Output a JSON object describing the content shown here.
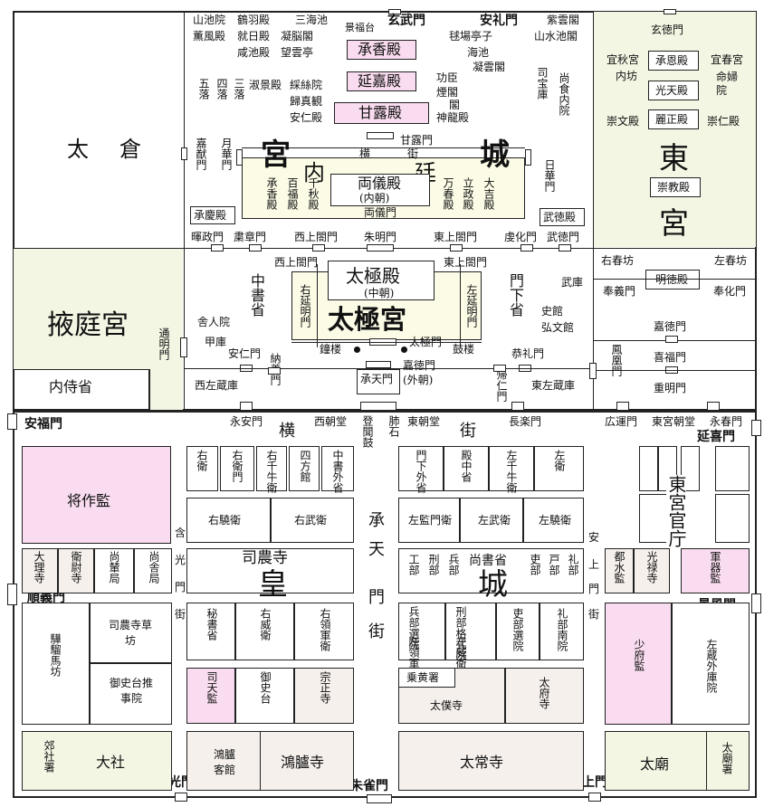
{
  "palace": {
    "big_gong": "宮",
    "big_cheng": "城",
    "nei": "内",
    "ting": "廷",
    "t1": "山池院",
    "t2": "鶴羽殿",
    "t3": "三海池",
    "t4": "薫風殿",
    "t5": "就日殿",
    "t6": "凝脳閣",
    "t7": "咸池殿",
    "t8": "望雲亭",
    "t9": "景福台",
    "t10": "承香殿",
    "t11": "延嘉殿",
    "t12": "甘露殿",
    "t13": "五落",
    "t14": "四落",
    "t15": "三落",
    "t16": "淑景殿",
    "t17": "綵絲院",
    "t18": "歸真観",
    "t19": "安仁殿",
    "t20": "毬場亭子",
    "t21": "海池",
    "t22": "凝雲閣",
    "t23": "功臣煙閣",
    "t24": "閣",
    "t25": "神龍殿",
    "t26": "紫雲閣",
    "t27": "山水池閣",
    "t28": "司宝庫",
    "t29": "尚食内院",
    "t30": "嘉猷門",
    "t31": "月華門",
    "t32": "甘露門",
    "t33": "横",
    "t34": "街",
    "t35": "日華門",
    "t36": "両儀殿",
    "t37": "(内朝)",
    "t38": "両儀門",
    "t39": "承香殿",
    "t40": "百福殿",
    "t41": "千秋殿",
    "t42": "立政殿",
    "t43": "万春殿",
    "t44": "大吉殿",
    "t45": "承慶殿",
    "t46": "武徳殿",
    "t47": "暉政門",
    "t48": "粛章門",
    "t49": "西上閤門",
    "t50": "朱明門",
    "t51": "東上閤門",
    "t52": "虔化門",
    "t53": "武徳門",
    "t54": "西上閤門",
    "t55": "東上閤門",
    "t56": "太極殿",
    "t57": "(中朝)",
    "t58": "太極宮",
    "t59": "右延明門",
    "t60": "左延明門",
    "t61": "中書省",
    "t62": "門下省",
    "t63": "武庫",
    "t64": "史館",
    "t65": "弘文館",
    "t66": "舎人院",
    "t67": "甲庫",
    "t68": "鐘楼",
    "t69": "太極門",
    "t70": "鼓楼",
    "t71": "安仁門",
    "t72": "恭礼門",
    "t73": "納義門",
    "t74": "帰仁門",
    "t75": "承天門",
    "t76": "嘉徳門",
    "t77": "(外朝)",
    "t78": "西左蔵庫",
    "t79": "東左蔵庫",
    "t80": "通明門"
  },
  "taicang": "太倉",
  "yeting": "掖庭宮",
  "neishi": "内侍省",
  "top_gates": {
    "xuanwu": "玄武門",
    "anli": "安礼門"
  },
  "east_palace": {
    "d1": "玄徳門",
    "d2": "宜秋宮",
    "d3": "内坊",
    "d4": "承恩殿",
    "d5": "光天殿",
    "d6": "麗正殿",
    "d7": "宜春宮",
    "d8": "命婦院",
    "d9": "崇文殿",
    "d10": "崇仁殿",
    "d11": "東",
    "d12": "宮",
    "d13": "崇教殿",
    "d14": "右春坊",
    "d15": "左春坊",
    "d16": "明徳殿",
    "d17": "奉義門",
    "d18": "奉化門",
    "d19": "嘉徳門",
    "d20": "喜福門",
    "d21": "重明門",
    "d22": "鳳凰門"
  },
  "imperial_city": {
    "big_huang": "皇",
    "big_cheng": "城",
    "g1": "安福門",
    "g2": "延喜門",
    "g3": "順義門",
    "g4": "景風門",
    "g5": "含光門",
    "g6": "朱雀門",
    "g7": "安上門",
    "s1": "永安門",
    "s2": "西朝堂",
    "s3": "登聞鼓",
    "s4": "肺石",
    "s5": "東朝堂",
    "s6": "長楽門",
    "s7": "広運門",
    "s8": "東宮朝堂",
    "s9": "永春門",
    "s10": "横",
    "s11": "街",
    "o1": "将作監",
    "o2": "右衛",
    "o3": "右衛門",
    "o4": "右千牛衛",
    "o5": "四方館",
    "o6": "中書外省",
    "o7": "右驍衛",
    "o8": "右武衛",
    "o9": "司農寺",
    "o10": "門下外省",
    "o11": "殿中省",
    "o12": "左千牛衛",
    "o13": "左衛",
    "o14": "左監門衛",
    "o15": "左武衛",
    "o16": "左驍衛",
    "o17": "東宮官庁",
    "o18": "大理寺",
    "o19": "衛尉寺",
    "o20": "尚輦局",
    "o21": "尚舎局",
    "o22": "含",
    "o23": "光",
    "o24": "門",
    "o25": "街",
    "o26": "工部",
    "o27": "刑部",
    "o28": "兵部",
    "o29": "尚書省",
    "o30": "吏部",
    "o31": "戸部",
    "o32": "礼部",
    "o33": "安",
    "o34": "上",
    "o35": "門",
    "o36": "街",
    "o37": "都水監",
    "o38": "光禄寺",
    "o39": "軍器監",
    "o40": "司農寺草坊",
    "o41": "秘書省",
    "o42": "右威衛",
    "o43": "右領軍衛",
    "o44": "兵部選院",
    "o45": "刑部格式院",
    "o46": "吏部選院",
    "o47": "礼部南院",
    "o48": "左領軍衛",
    "o49": "左威衛",
    "o50": "少府監",
    "o51": "左蔵外庫院",
    "o52": "驊騮馬坊",
    "o53": "御史台推事院",
    "o54": "司天監",
    "o55": "御史台",
    "o56": "宗正寺",
    "o57": "乗黄署",
    "o58": "太僕寺",
    "o59": "太府寺",
    "o60": "郊社署",
    "o61": "大社",
    "o62": "鴻臚客館",
    "o63": "鴻臚寺",
    "o64": "太常寺",
    "o65": "太廟",
    "o66": "太廟署",
    "c1": "承",
    "c2": "天",
    "c3": "門",
    "c4": "街"
  }
}
